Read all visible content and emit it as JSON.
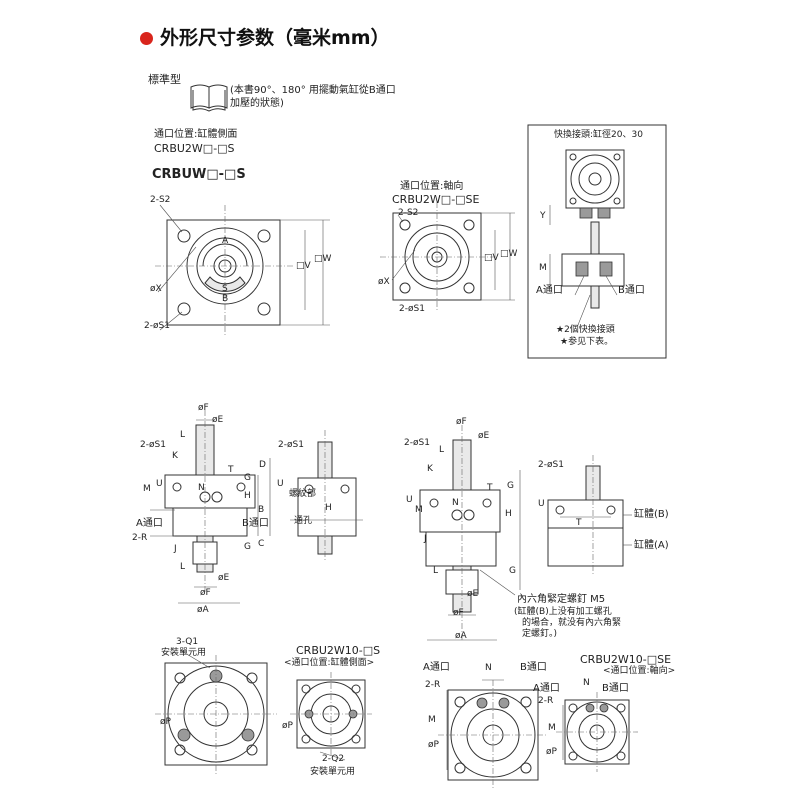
{
  "header": {
    "title": "外形尺寸参数（毫米mm）",
    "accent": "#d9251c"
  },
  "std": {
    "label": "標準型",
    "note_line1": "(本書90°、180° 用擺動氣缸從B通口",
    "note_line2": "加壓的狀態)"
  },
  "top_left": {
    "port_pos": "通口位置:缸體側面",
    "model_side": "CRBU2W□-□S",
    "model_main": "CRBUW□-□S",
    "s2": "2-S2",
    "s1": "2-øS1",
    "x": "øX",
    "v": "□V",
    "w": "□W",
    "marks": [
      "A",
      "S",
      "B"
    ]
  },
  "top_mid": {
    "port_pos": "通口位置:軸向",
    "model": "CRBU2W□-□SE",
    "s2": "2-S2",
    "s1": "2-øS1",
    "x": "øX",
    "v": "□V",
    "w": "□W"
  },
  "top_right": {
    "title": "快換接頭:缸徑20、30",
    "y": "Y",
    "m": "M",
    "a_port": "A通口",
    "b_port": "B通口",
    "note1": "★2個快換接頭",
    "note2": "★参见下表。"
  },
  "mid_left": {
    "f": "øF",
    "e": "øE",
    "l": "L",
    "k": "K",
    "t": "T",
    "d": "D",
    "g": "G",
    "h": "H",
    "b": "B",
    "u": "U",
    "m": "M",
    "n": "N",
    "s1": "2-øS1",
    "r": "2-R",
    "a_port": "A通口",
    "b_port": "B通口",
    "j": "J",
    "c": "C",
    "e2": "øE",
    "f2": "øF",
    "a": "øA",
    "h2": "H",
    "thread": "螺紋部",
    "hole": "通孔"
  },
  "mid_right": {
    "s1": "2-øS1",
    "f": "øF",
    "e": "øE",
    "l": "L",
    "k": "K",
    "g": "G",
    "t": "T",
    "n": "N",
    "u": "U",
    "m": "M",
    "j": "J",
    "h": "H",
    "s1b": "2-øS1",
    "u2": "U",
    "t2": "T",
    "body_b": "缸體(B)",
    "body_a": "缸體(A)",
    "e2": "øE",
    "f2": "øF",
    "a": "øA",
    "g2": "G",
    "bolt": "內六角緊定螺釘 M5",
    "note1": "(缸體(B)上没有加工螺孔",
    "note2": "的場合，就没有內六角緊",
    "note3": "定螺釘。)"
  },
  "bot_left": {
    "q1": "3-Q1",
    "q1_label": "安裝單元用",
    "p": "øP",
    "model": "CRBU2W10-□S",
    "pos": "<通口位置:缸體側面>",
    "p2": "øP",
    "q2": "2-Q2",
    "q2_label": "安裝單元用"
  },
  "bot_right": {
    "a_port": "A通口",
    "n": "N",
    "b_port": "B通口",
    "r": "2-R",
    "m": "M",
    "p": "øP",
    "model": "CRBU2W10-□SE",
    "pos": "<通口位置:軸向>",
    "a_port2": "A通口",
    "n2": "N",
    "b_port2": "B通口",
    "r2": "2-R",
    "m2": "M",
    "p2": "øP"
  }
}
